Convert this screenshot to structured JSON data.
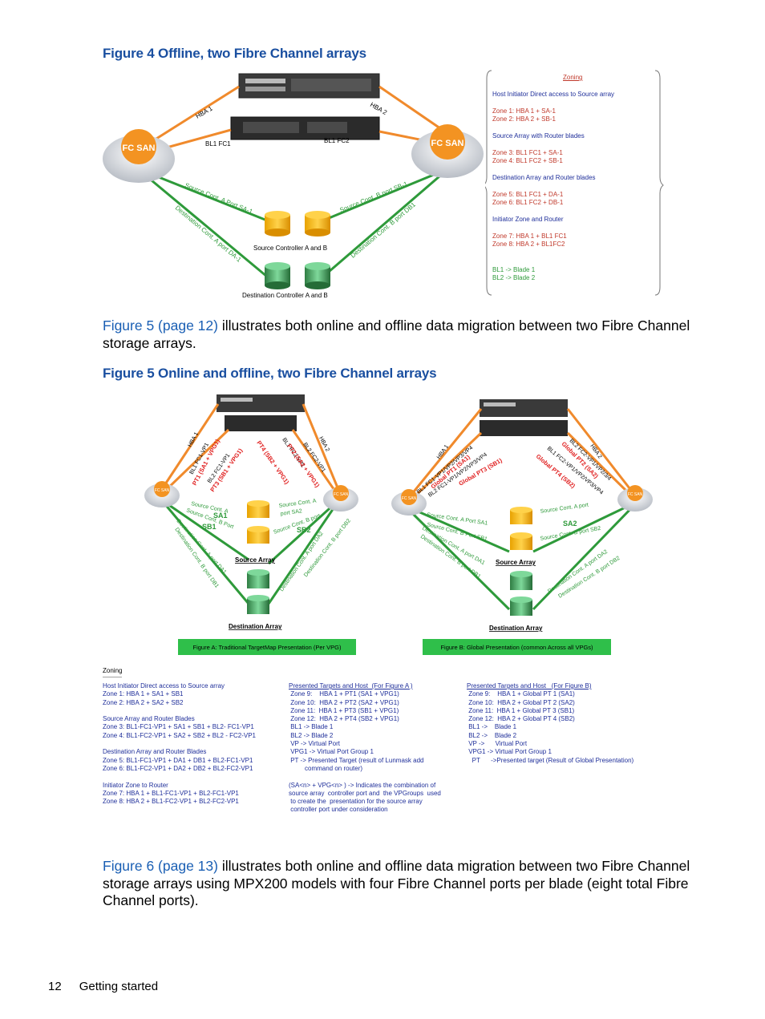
{
  "figure4": {
    "title": "Figure 4 Offline, two Fibre Channel arrays",
    "labels": {
      "hba1": "HBA 1",
      "hba2": "HBA 2",
      "bl1fc1": "BL1 FC1",
      "bl1fc2": "BL1 FC2",
      "fcsan": "FC SAN",
      "srcA": "Source Cont. A Port SA-1",
      "srcB": "Source Cont. B port SB-1",
      "dstA": "Destination Cont. A port DA-1",
      "dstB": "Destination Cont. B port DB1",
      "src_ctrl": "Source Controller A and B",
      "dst_ctrl": "Destination Controller A and B"
    },
    "zoning": {
      "title": "Zoning",
      "h1": "Host Initiator Direct access to Source array",
      "z1": "Zone 1: HBA 1 + SA-1",
      "z2": "Zone 2: HBA 2 + SB-1",
      "h2": "Source Array with Router blades",
      "z3": "Zone 3: BL1 FC1 + SA-1",
      "z4": "Zone 4: BL1 FC2 + SB-1",
      "h3": "Destination Array and Router blades",
      "z5": "Zone 5: BL1 FC1 + DA-1",
      "z6": "Zone 6: BL1 FC2 + DB-1",
      "h4": "Initiator Zone and Router",
      "z7": "Zone 7: HBA 1 + BL1 FC1",
      "z8": "Zone 8: HBA 2 + BL1FC2",
      "b1": "BL1 -> Blade 1",
      "b2": "BL2 -> Blade 2"
    }
  },
  "para1": {
    "link": "Figure 5 (page 12)",
    "text": " illustrates both online and offline data migration between two Fibre Channel storage arrays."
  },
  "figure5": {
    "title": "Figure 5 Online and offline, two Fibre Channel arrays",
    "captionA": "Figure A: Traditional TargetMap Presentation (Per VPG)",
    "captionB": "Figure B: Global Presentation (common Across all VPGs)",
    "leftDiagram": {
      "hba1": "HBA 1",
      "hba2": "HBA 2",
      "l1": "BL1 FC1-VP1",
      "l2": "PT1 (SA1 + VPG1)",
      "l3": "BL2 FC1-VP1",
      "l4": "PT3 (SB1 + VPG1)",
      "r1": "PT4 (SB2 + VPG1)",
      "r2": "BL1 FC2-VP1",
      "r3": "PT2 (SA2 + VPG1)",
      "r4": "BL2 FC2-VP1",
      "srcA": "Source Cont. A",
      "sa1": "SA1",
      "srcB": "Source Cont. B Port",
      "sb1": "SB1",
      "srcA2": "Source Cont. A",
      "sa2": "port SA2",
      "srcB2": "Source Cont. B port",
      "sb2": "SB2",
      "dstA": "Destination Cont. A port DA1",
      "dstB": "Destination Cont. B port DB1",
      "dstA2": "Destination Cont. A port DA2",
      "dstB2": "Destination Cont. B port DB2",
      "src": "Source Array",
      "dst": "Destination Array",
      "fcsan": "FC SAN"
    },
    "rightDiagram": {
      "hba1": "HBA 1",
      "hba2": "HBA 2",
      "l1": "BL1 FC1-VP1/VP2/VP3/VP4",
      "l2": "Global PT1 (SA1)",
      "l3": "BL2 FC1-VP1/VP2/VP3/VP4",
      "l4": "Global PT3 (SB1)",
      "r1": "BL2 FC2-VP1/VP2/3/4",
      "r2": "Global PT2 (SA2)",
      "r3": "BL1 FC2-VP1/VP2/VP3/VP4",
      "r4": "Global PT4 (SB2)",
      "srcA": "Source Cont. A Port SA1",
      "srcB": "Source Cont. B Port SB1",
      "srcA2": "Source Cont. A port",
      "sa2": "SA2",
      "srcB2": "Source Cont. B port SB2",
      "dstA": "Destination Cont. A port DA1",
      "dstB": "Destination Cont. B port DB1",
      "dstA2": "Destination Cont. A port DA2",
      "dstB2": "Destination Cont. B port DB2",
      "src": "Source Array",
      "dst": "Destination Array",
      "fcsan": "FC SAN"
    },
    "zoning": {
      "title": "Zoning",
      "dashes": "------------",
      "c1": [
        {
          "t": "Host Initiator Direct access to Source array",
          "u": false
        },
        {
          "t": "Zone 1: HBA 1 + SA1 + SB1",
          "u": false
        },
        {
          "t": "Zone 2: HBA 2 + SA2 + SB2",
          "u": false
        },
        {
          "t": "",
          "u": false
        },
        {
          "t": "Source Array and Router Blades",
          "u": false
        },
        {
          "t": "Zone 3: BL1-FC1-VP1 + SA1 + SB1 + BL2- FC1-VP1",
          "u": false
        },
        {
          "t": "Zone 4: BL1-FC2-VP1 + SA2 + SB2 + BL2 - FC2-VP1",
          "u": false
        },
        {
          "t": "",
          "u": false
        },
        {
          "t": "Destination Array and Router Blades",
          "u": false
        },
        {
          "t": "Zone 5: BL1-FC1-VP1 + DA1 + DB1 + BL2-FC1-VP1",
          "u": false
        },
        {
          "t": "Zone 6: BL1-FC2-VP1 + DA2 + DB2 + BL2-FC2-VP1",
          "u": false
        },
        {
          "t": "",
          "u": false
        },
        {
          "t": "Initiator Zone to Router",
          "u": false
        },
        {
          "t": "Zone 7: HBA 1 + BL1-FC1-VP1 + BL2-FC1-VP1",
          "u": false
        },
        {
          "t": "Zone 8: HBA 2 + BL1-FC2-VP1 + BL2-FC2-VP1",
          "u": false
        }
      ],
      "c2": [
        {
          "t": "Presented Targets and Host  (For Figure A )",
          "u": true
        },
        {
          "t": " Zone 9:    HBA 1 + PT1 (SA1 + VPG1)",
          "u": false
        },
        {
          "t": " Zone 10:  HBA 2 + PT2 (SA2 + VPG1)",
          "u": false
        },
        {
          "t": " Zone 11:  HBA 1 + PT3 (SB1 + VPG1)",
          "u": false
        },
        {
          "t": " Zone 12:  HBA 2 + PT4 (SB2 + VPG1)",
          "u": false
        },
        {
          "t": " BL1 -> Blade 1",
          "u": false
        },
        {
          "t": " BL2 -> Blade 2",
          "u": false
        },
        {
          "t": " VP -> Virtual Port",
          "u": false
        },
        {
          "t": " VPG1 -> Virtual Port Group 1",
          "u": false
        },
        {
          "t": " PT -> Presented Target (result of Lunmask add",
          "u": false
        },
        {
          "t": "         command on router)",
          "u": false
        },
        {
          "t": "",
          "u": false
        },
        {
          "t": "(SA<n> + VPG<n> ) -> Indicates the combination of",
          "u": false
        },
        {
          "t": "source array  controller port and  the VPGroups  used",
          "u": false
        },
        {
          "t": " to create the  presentation for the source array",
          "u": false
        },
        {
          "t": " controller port under consideration",
          "u": false
        }
      ],
      "c3": [
        {
          "t": "Presented Targets and Host   (For Figure B)",
          "u": true
        },
        {
          "t": " Zone 9:    HBA 1 + Global PT 1 (SA1)",
          "u": false
        },
        {
          "t": " Zone 10:  HBA 2 + Global PT 2 (SA2)",
          "u": false
        },
        {
          "t": " Zone 11:  HBA 1 + Global PT 3 (SB1)",
          "u": false
        },
        {
          "t": " Zone 12:  HBA 2 + Global PT 4 (SB2)",
          "u": false
        },
        {
          "t": " BL1 ->    Blade 1",
          "u": false
        },
        {
          "t": " BL2 ->    Blade 2",
          "u": false
        },
        {
          "t": " VP ->      Virtual Port",
          "u": false
        },
        {
          "t": " VPG1 -> Virtual Port Group 1",
          "u": false
        },
        {
          "t": "   PT      ->Presented target (Result of Global Presentation)",
          "u": false
        }
      ]
    }
  },
  "para2": {
    "link": "Figure 6 (page 13)",
    "text": " illustrates both online and offline data migration between two Fibre Channel storage arrays using MPX200 models with four Fibre Channel ports per blade (eight total Fibre Channel ports)."
  },
  "footer": {
    "page": "12",
    "section": "Getting started"
  },
  "colors": {
    "link": "#1a5fb4",
    "orange": "#f08a2c",
    "green": "#2e9a3a",
    "red": "#e02020",
    "zoneText": "#1f2f9a"
  }
}
